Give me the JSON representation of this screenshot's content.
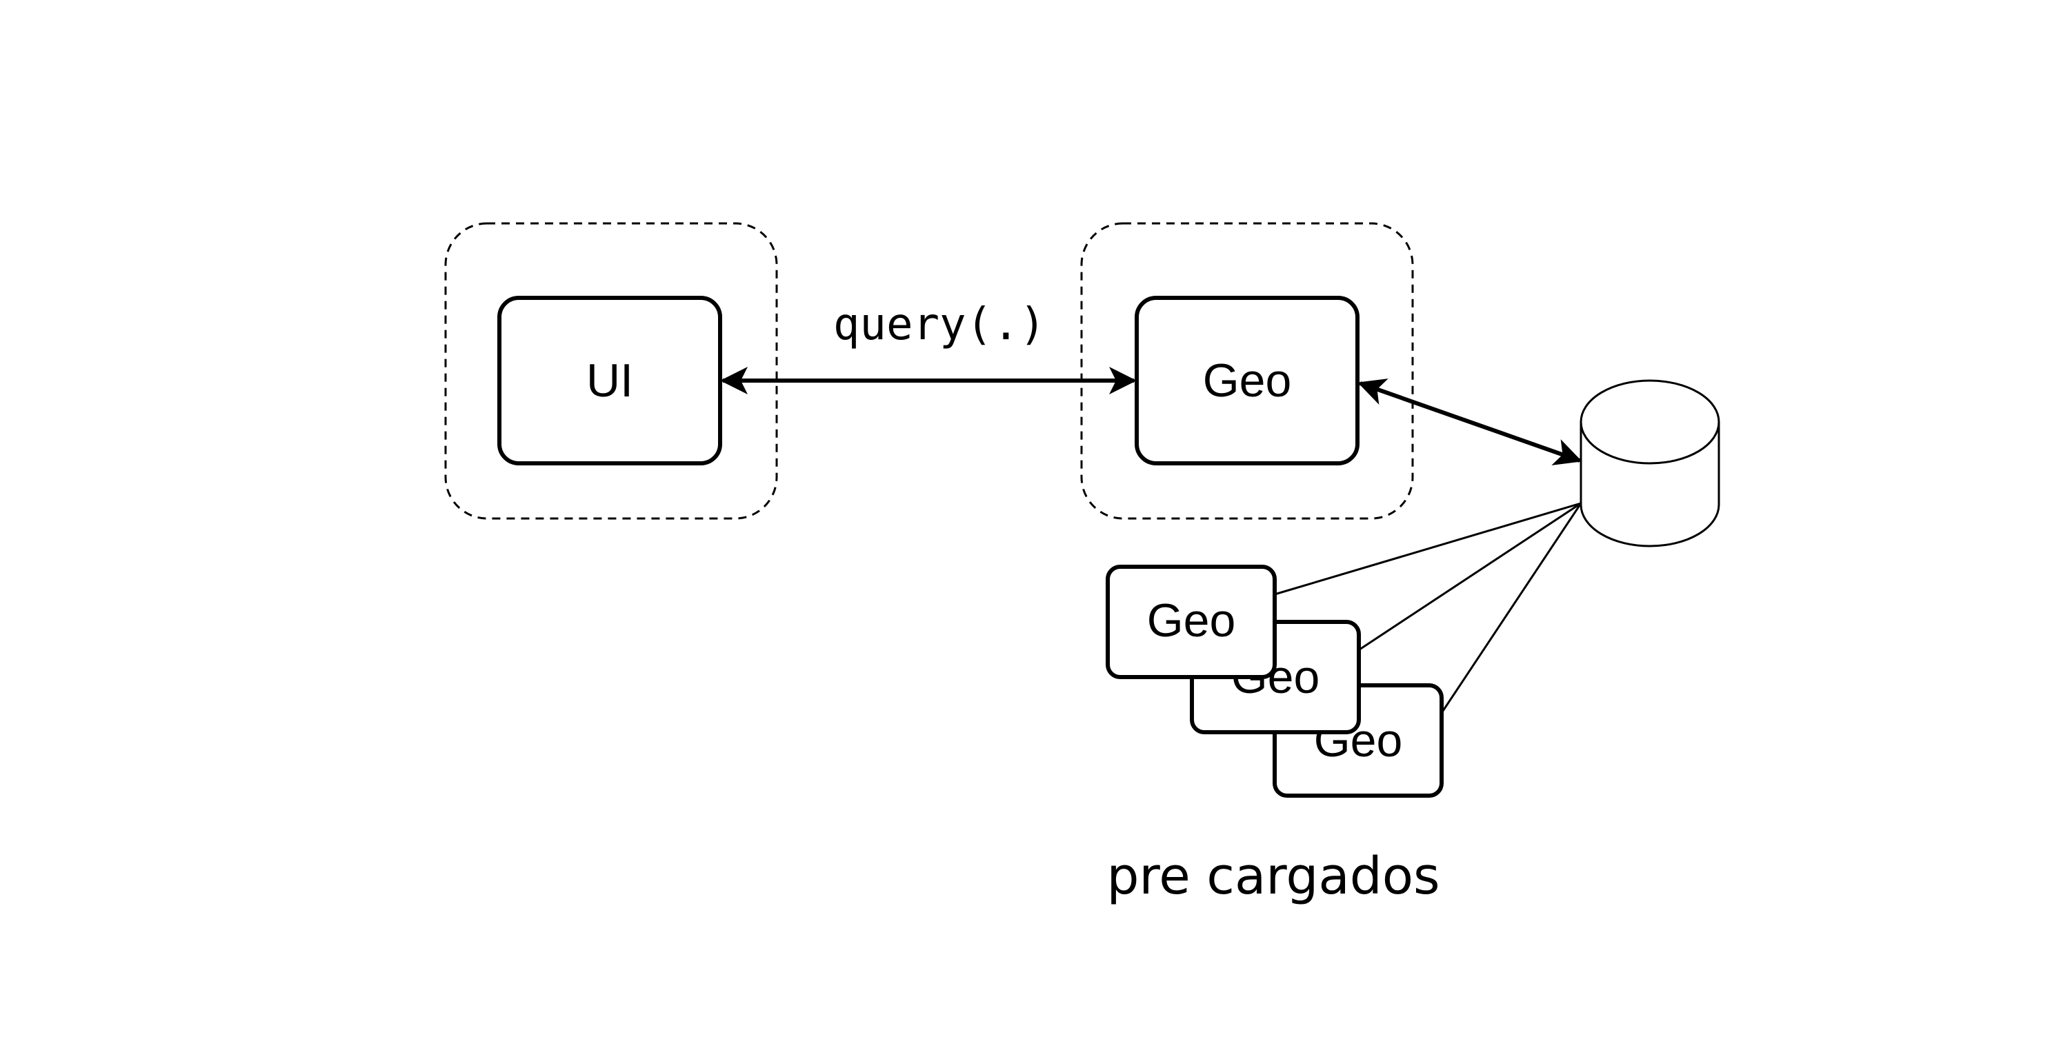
{
  "nodes": {
    "ui": {
      "label": "UI"
    },
    "geo_main": {
      "label": "Geo"
    },
    "geo_preloaded": [
      {
        "label": "Geo"
      },
      {
        "label": "Geo"
      },
      {
        "label": "Geo"
      }
    ],
    "database": {
      "label": ""
    }
  },
  "edges": {
    "ui_geo": {
      "label": "query(.)",
      "direction": "bidirectional"
    },
    "geo_db": {
      "label": "",
      "direction": "bidirectional"
    },
    "preloaded_db": {
      "label": "",
      "direction": "none"
    }
  },
  "annotations": {
    "preloaded_note": "pre cargados"
  },
  "colors": {
    "stroke": "#000000",
    "fill": "#ffffff",
    "background": "#ffffff"
  }
}
